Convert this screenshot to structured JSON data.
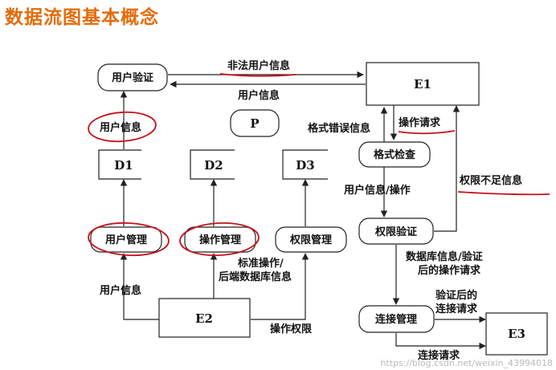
{
  "title": "数据流图基本概念",
  "nodes": {
    "user_verify": "用户验证",
    "p": "P",
    "e1": "E1",
    "format_check": "格式检查",
    "perm_verify": "权限验证",
    "d1": "D1",
    "d2": "D2",
    "d3": "D3",
    "user_mgmt": "用户管理",
    "op_mgmt": "操作管理",
    "perm_mgmt": "权限管理",
    "e2": "E2",
    "conn_mgmt": "连接管理",
    "e3": "E3"
  },
  "labels": {
    "illegal_user_info": "非法用户信息",
    "user_info_top": "用户信息",
    "user_info_left": "用户信息",
    "format_error_info": "格式错误信息",
    "op_request": "操作请求",
    "user_info_op": "用户信息/操作",
    "insufficient_perm": "权限不足信息",
    "db_info_line1": "数据库信息/验证",
    "db_info_line2": "后的操作请求",
    "std_op_line1": "标准操作/",
    "std_op_line2": "后端数据库信息",
    "user_info_bottom": "用户信息",
    "op_perm": "操作权限",
    "verified_line1": "验证后的",
    "verified_line2": "连接请求",
    "conn_request": "连接请求"
  },
  "watermark": "https://blog.csdn.net/weixin_43994018"
}
